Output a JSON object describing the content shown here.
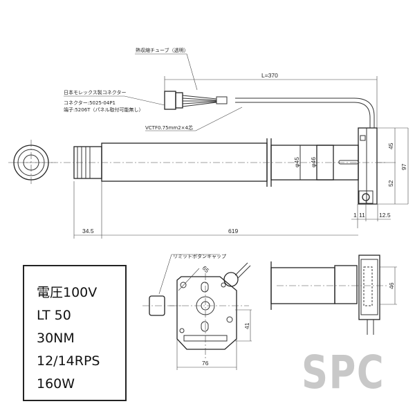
{
  "labels": {
    "heat_shrink_tube": "熱収縮チューブ（透明）",
    "connector_maker": "日本モレックス製コネクター",
    "connector_model": "コネクター:5025-04P1",
    "terminal_model": "端子:5206T（パネル取付可能無し）",
    "cable": "VCTF0.75mm2×4芯",
    "limit_button_cap": "リミットボタンキャップ"
  },
  "dimensions": {
    "cable_length": "L=370",
    "phi45": "φ45",
    "phi46": "φ46",
    "h45": "45",
    "h52": "52",
    "h97": "97",
    "w1": "1",
    "w11": "11",
    "w12_5": "12.5",
    "head_length": "34.5",
    "tube_length": "619",
    "bracket_diag": "65",
    "bracket_height": "41",
    "bracket_width": "76",
    "side_46": "46"
  },
  "specs": [
    "電圧100V",
    "LT 50",
    "30NM",
    "12/14RPS",
    "160W"
  ],
  "logo": "SPC"
}
